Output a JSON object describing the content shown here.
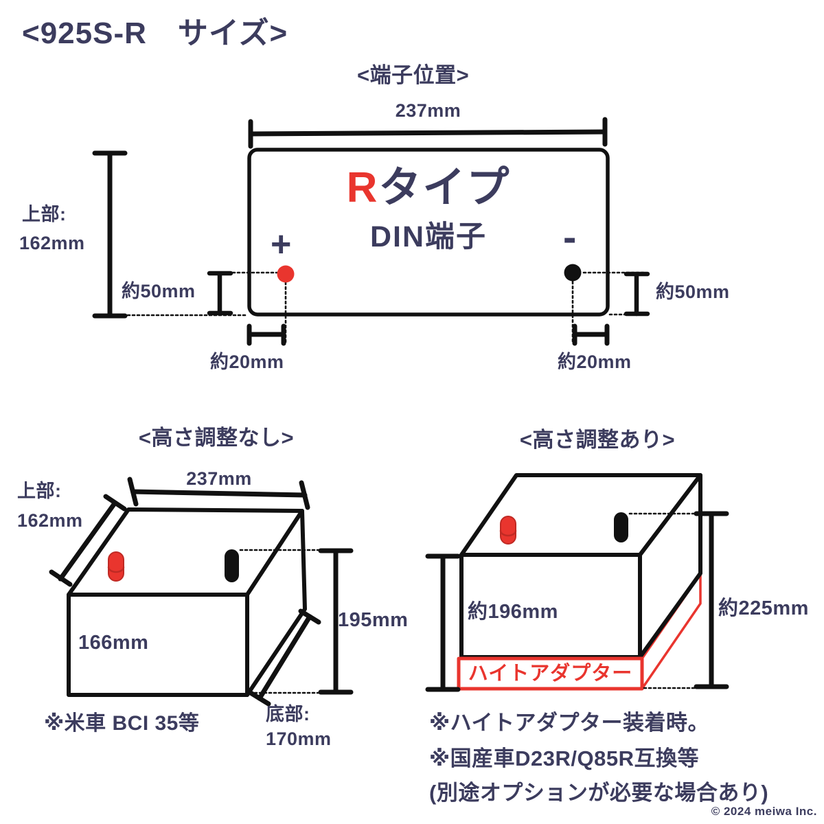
{
  "page_title": "<925S-R　サイズ>",
  "footer": "© 2024 meiwa Inc.",
  "colors": {
    "navy": "#3c3c5e",
    "red": "#e9352e",
    "line": "#111111"
  },
  "terminal_diagram": {
    "heading": "<端子位置>",
    "width_label": "237mm",
    "type_r": "R",
    "type_rest": "タイプ",
    "terminal_type": "DIN端子",
    "plus_symbol": "+",
    "minus_symbol": "-",
    "top_height_label_1": "上部:",
    "top_height_label_2": "162mm",
    "offset_left_label": "約50mm",
    "offset_right_label": "約50mm",
    "inset_left_label": "約20mm",
    "inset_right_label": "約20mm"
  },
  "no_height_adjust": {
    "heading": "<高さ調整なし>",
    "width_label": "237mm",
    "top_label_1": "上部:",
    "top_label_2": "162mm",
    "case_height_label": "166mm",
    "total_height_label": "195mm",
    "bottom_label_1": "底部:",
    "bottom_label_2": "170mm",
    "note": "※米車 BCI 35等"
  },
  "height_adjust": {
    "heading": "<高さ調整あり>",
    "case_height_label": "約196mm",
    "total_height_label": "約225mm",
    "adapter_label": "ハイトアダプター",
    "note_1": "※ハイトアダプター装着時。",
    "note_2": "※国産車D23R/Q85R互換等",
    "note_3": "(別途オプションが必要な場合あり)"
  }
}
